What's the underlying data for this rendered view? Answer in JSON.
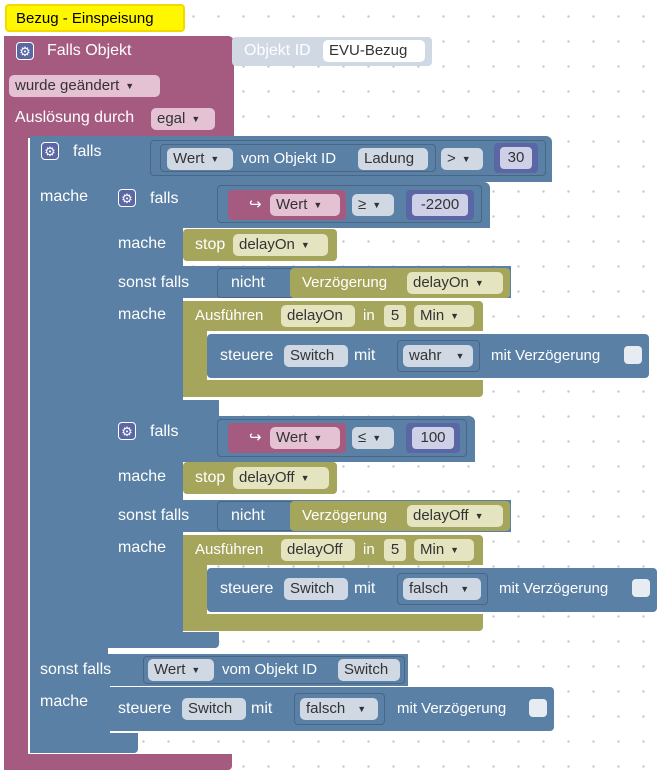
{
  "comment": {
    "text": "Bezug - Einspeisung"
  },
  "trigger": {
    "falls_objekt": "Falls Objekt",
    "objekt_id_label": "Objekt ID",
    "objekt_id_value": "EVU-Bezug",
    "wurde_geaendert": "wurde geändert",
    "ausloesung_label": "Auslösung durch",
    "ausloesung_value": "egal"
  },
  "outer_if": {
    "falls": "falls",
    "wert": "Wert",
    "vom_objekt_id": "vom Objekt ID",
    "objekt": "Ladung",
    "op": ">",
    "value": "30",
    "mache": "mache",
    "sonst_falls": "sonst falls",
    "else_wert": "Wert",
    "else_vom_objekt_id": "vom Objekt ID",
    "else_objekt": "Switch",
    "else_mache": "mache",
    "else_steuere": "steuere",
    "else_switch": "Switch",
    "else_mit": "mit",
    "else_value": "falsch",
    "else_verz": "mit Verzögerung"
  },
  "if1": {
    "falls": "falls",
    "var_icon": "↪",
    "wert": "Wert",
    "op": "≥",
    "value": "-2200",
    "mache": "mache",
    "stop": "stop",
    "stop_timer": "delayOn",
    "sonst_falls": "sonst falls",
    "nicht": "nicht",
    "verz_label": "Verzögerung",
    "verz_timer": "delayOn",
    "mache2": "mache",
    "ausfuehren": "Ausführen",
    "ausf_timer": "delayOn",
    "in": "in",
    "interval": "5",
    "unit": "Min",
    "steuere": "steuere",
    "switch": "Switch",
    "mit": "mit",
    "set_value": "wahr",
    "mit_verz": "mit Verzögerung"
  },
  "if2": {
    "falls": "falls",
    "var_icon": "↪",
    "wert": "Wert",
    "op": "≤",
    "value": "100",
    "mache": "mache",
    "stop": "stop",
    "stop_timer": "delayOff",
    "sonst_falls": "sonst falls",
    "nicht": "nicht",
    "verz_label": "Verzögerung",
    "verz_timer": "delayOff",
    "mache2": "mache",
    "ausfuehren": "Ausführen",
    "ausf_timer": "delayOff",
    "in": "in",
    "interval": "5",
    "unit": "Min",
    "steuere": "steuere",
    "switch": "Switch",
    "mit": "mit",
    "set_value": "falsch",
    "mit_verz": "mit Verzögerung"
  },
  "icons": {
    "gear": "gear-icon",
    "dropdown": "triangle-down-icon",
    "variable": "arrow-return-icon"
  },
  "colors": {
    "event": "#a55b80",
    "logic": "#5b80a5",
    "logic_dark": "#496684",
    "timer": "#a5a55b",
    "variable": "#a55b80",
    "math": "#5b67a5",
    "comment": "#ffff00",
    "page_bg": "#ffffff"
  }
}
